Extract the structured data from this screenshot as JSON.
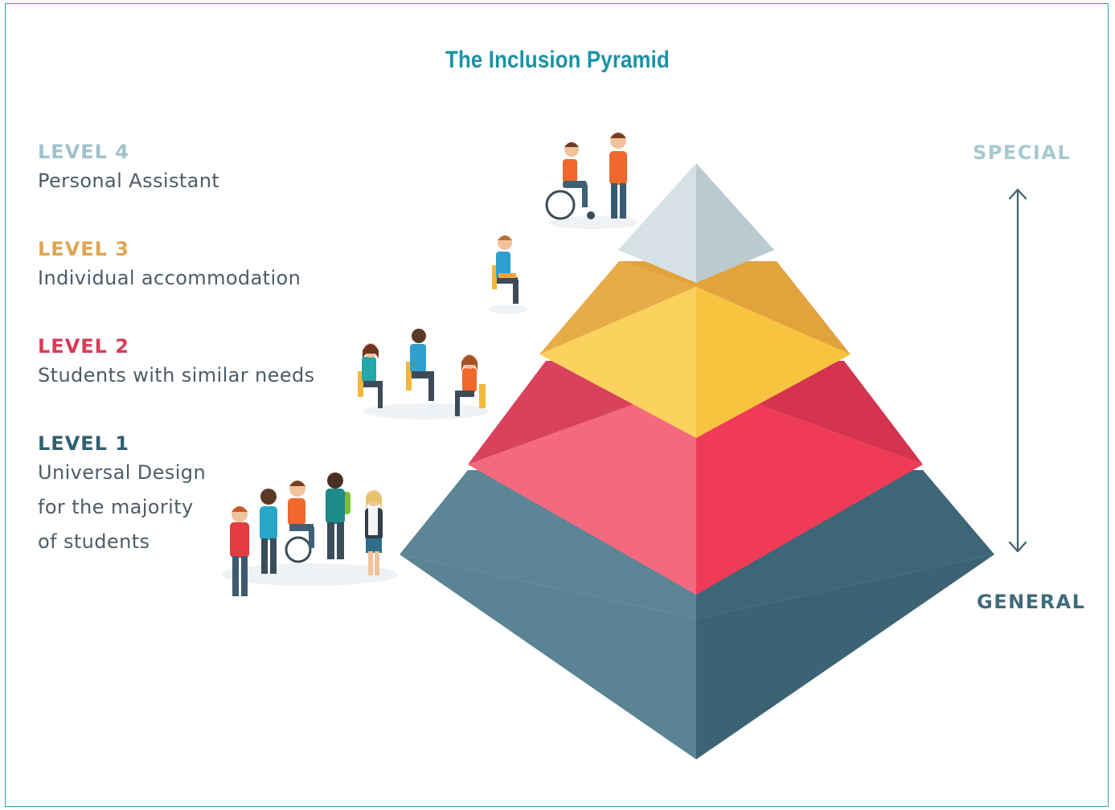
{
  "title": "The Inclusion Pyramid",
  "levels": [
    {
      "name": "LEVEL 4",
      "description": "Personal Assistant",
      "color": "#9fc3cd"
    },
    {
      "name": "LEVEL 3",
      "description": "Individual accommodation",
      "color": "#dea552"
    },
    {
      "name": "LEVEL 2",
      "description": "Students with similar needs",
      "color": "#d93b58"
    },
    {
      "name": "LEVEL 1",
      "description": "Universal Design\nfor the majority\nof students",
      "color": "#2f6072"
    }
  ],
  "scale": {
    "top_label": "SPECIAL",
    "bottom_label": "GENERAL"
  },
  "colors": {
    "frame": "#2aa3b6",
    "title": "#1b92a6",
    "tier4": "#c9d8de",
    "tier3": "#f6c445",
    "tier2": "#f04a62",
    "tier1": "#4b7585",
    "arrow": "#3f6271"
  }
}
